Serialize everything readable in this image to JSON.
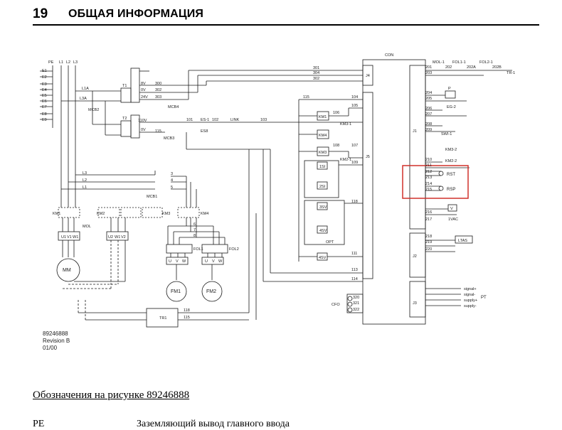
{
  "header": {
    "page_number": "19",
    "title": "ОБЩАЯ ИНФОРМАЦИЯ"
  },
  "drawing": {
    "number": "89246888",
    "revision": "Revision B",
    "date": "01/00"
  },
  "schematic_labels": {
    "con": "CON",
    "phases": [
      "PE",
      "L1",
      "L2",
      "L3"
    ],
    "earths": [
      "E1",
      "E2",
      "E3",
      "E4",
      "E5",
      "E6",
      "E7",
      "E8",
      "E9"
    ],
    "l1a": "L1A",
    "l3a": "L3A",
    "mcb2": "MCB2",
    "mcb3": "MCB3",
    "mcb4": "MCB4",
    "mcb1": "MCB1",
    "t1": "T1",
    "t2": "T2",
    "w8v": "8V",
    "w0v": "0V",
    "w24v": "24V",
    "w110v": "110V",
    "n300": "300",
    "n302": "302",
    "n303": "303",
    "n301": "301",
    "n304": "304",
    "n110": "110",
    "n115": "115",
    "n101": "101",
    "n102": "102",
    "n103": "103",
    "es1": "ES-1",
    "es8": "ES8",
    "link": "LINK",
    "j4": "J4",
    "j5": "J5",
    "j1": "J1",
    "j2": "J2",
    "j3": "J3",
    "r104": "104",
    "r105": "105",
    "r106": "106",
    "r107": "107",
    "r108": "108",
    "r109": "109",
    "r115b": "115",
    "r118": "118",
    "km1": "KM1",
    "km2": "KM2",
    "km3": "KM3",
    "km4": "KM4",
    "km31": "KM3-1",
    "km21": "KM2-1",
    "km32": "KM3-2",
    "km22": "KM2-2",
    "s1": "1SI",
    "s2": "2SI",
    "s3": "3SV",
    "s4": "4SV",
    "s5": "4SV",
    "opt": "OPT",
    "n111": "111",
    "n113": "113",
    "n114": "114",
    "l3": "L3",
    "l2": "L2",
    "l1": "L1",
    "mol": "MOL",
    "fol1": "FOL1",
    "fol2": "FOL2",
    "mm": "MM",
    "fm1": "FM1",
    "fm2": "FM2",
    "tr1": "TR1",
    "cfo": "CFO",
    "n320": "320",
    "n321": "321",
    "n322": "322",
    "mol1": "MOL-1",
    "fol11": "FOL1-1",
    "fol21": "FOL2-1",
    "tr1r": "TR-1",
    "n201": "201",
    "n202": "202",
    "n202a": "202A",
    "n202b": "202B",
    "n203": "203",
    "n204": "204",
    "n205": "205",
    "n206": "206",
    "n207": "207",
    "n208": "208",
    "n209": "209",
    "n210": "210",
    "n211": "211",
    "n212": "212",
    "n213": "213",
    "n214": "214",
    "n215": "215",
    "rst": "RST",
    "rsp": "RSP",
    "n216": "216",
    "n217": "217",
    "n218": "218",
    "n219": "219",
    "n220": "220",
    "p": "P",
    "eg2": "EG-2",
    "swi": "SWI-1",
    "v": "V",
    "vac": "1VAC",
    "lt": "LTAS",
    "pt": "PT",
    "sig1": "signal+",
    "sig2": "signal-",
    "sup1": "supply+",
    "sup2": "supply-",
    "t1u": "U",
    "t1v": "V",
    "t1w": "W",
    "u1": "U1",
    "v1": "V1",
    "w1": "W1",
    "u2": "U2",
    "v2": "V2",
    "n3": "3",
    "n4": "4",
    "n5": "5",
    "n6": "6",
    "n7": "7",
    "n8": "8"
  },
  "caption": "Обозначения на рисунке 89246888",
  "legend": [
    {
      "code": "PE",
      "desc": "Заземляющий вывод главного ввода"
    }
  ],
  "colors": {
    "line": "#1a1a1a",
    "highlight": "#d0302a"
  }
}
